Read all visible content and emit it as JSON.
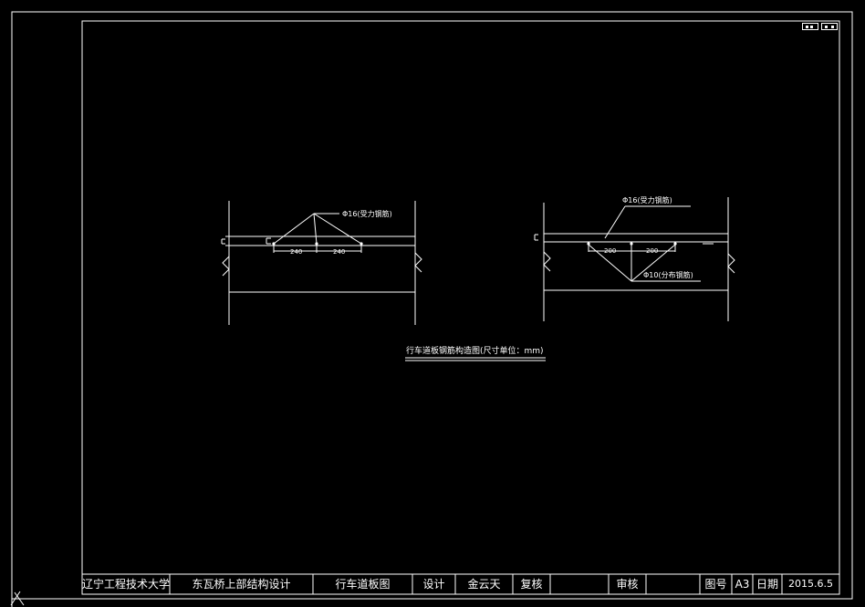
{
  "drawing": {
    "caption": "行车道板钢筋构造图(尺寸单位：mm)",
    "left_detail": {
      "rebar_label": "Φ16(受力钢筋)",
      "dim_left": "240",
      "dim_right": "240"
    },
    "right_detail": {
      "rebar_label_top": "Φ16(受力钢筋)",
      "rebar_label_bottom": "Φ10(分布钢筋)",
      "dim_left": "200",
      "dim_right": "200"
    }
  },
  "title_block": {
    "school": "辽宁工程技术大学",
    "project": "东瓦桥上部结构设计",
    "drawing_name": "行车道板图",
    "design_label": "设计",
    "designer": "金云天",
    "check_label": "复核",
    "check_value": "",
    "review_label": "审核",
    "review_value": "",
    "drawing_no_label": "图号",
    "sheet_size": "A3",
    "date_label": "日期",
    "date": "2015.6.5"
  },
  "colors": {
    "background": "#000000",
    "lines": "#ffffff"
  }
}
